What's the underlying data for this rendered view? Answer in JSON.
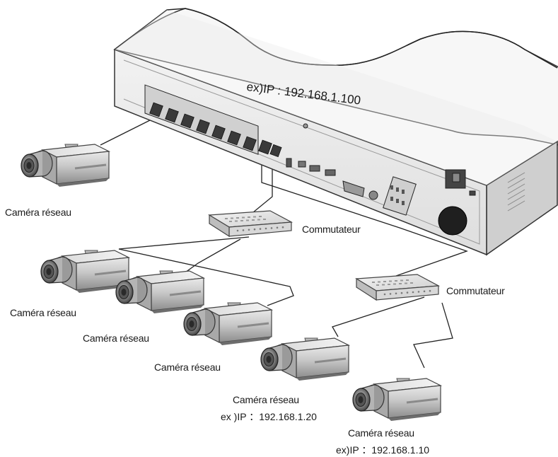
{
  "nvr": {
    "ip_label": "ex)IP : 192.168.1.100"
  },
  "switches": [
    {
      "label": "Commutateur"
    },
    {
      "label": "Commutateur"
    }
  ],
  "cameras": [
    {
      "label": "Caméra réseau"
    },
    {
      "label": "Caméra réseau"
    },
    {
      "label": "Caméra réseau"
    },
    {
      "label": "Caméra réseau"
    },
    {
      "label": "Caméra réseau",
      "ip": "ex )IP ：192.168.1.20"
    },
    {
      "label": "Caméra réseau",
      "ip": "ex)IP ：192.168.1.10"
    }
  ]
}
